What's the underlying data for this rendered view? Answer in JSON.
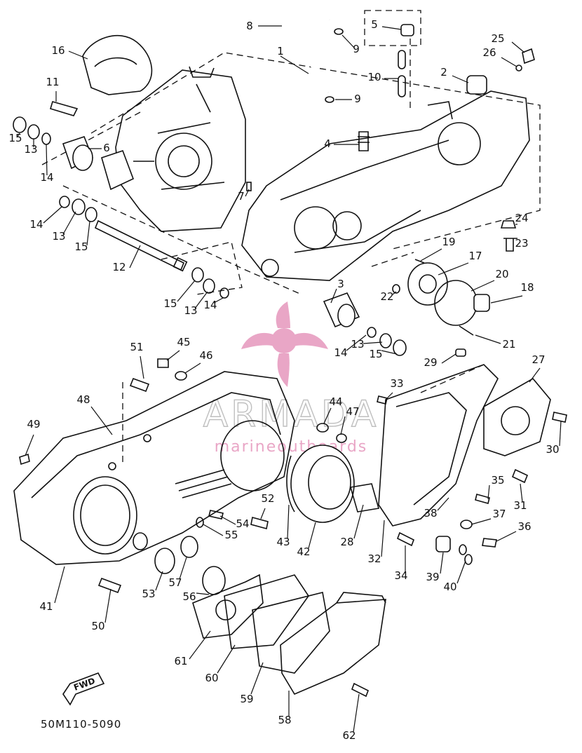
{
  "diagram": {
    "drawing_code": "50M110-5090",
    "fwd_label": "FWD",
    "watermark": {
      "brand": "ARMADA",
      "subtitle": "marineoutboards"
    },
    "callouts": [
      "1",
      "2",
      "3",
      "4",
      "5",
      "6",
      "7",
      "8",
      "9",
      "9",
      "10",
      "11",
      "12",
      "13",
      "13",
      "13",
      "13",
      "14",
      "14",
      "14",
      "14",
      "15",
      "15",
      "15",
      "15",
      "16",
      "17",
      "18",
      "19",
      "20",
      "21",
      "22",
      "23",
      "24",
      "25",
      "26",
      "27",
      "28",
      "29",
      "30",
      "31",
      "32",
      "33",
      "34",
      "35",
      "36",
      "37",
      "38",
      "39",
      "40",
      "41",
      "42",
      "43",
      "44",
      "45",
      "46",
      "47",
      "48",
      "49",
      "50",
      "51",
      "52",
      "53",
      "54",
      "55",
      "56",
      "57",
      "58",
      "59",
      "60",
      "61",
      "62"
    ]
  }
}
